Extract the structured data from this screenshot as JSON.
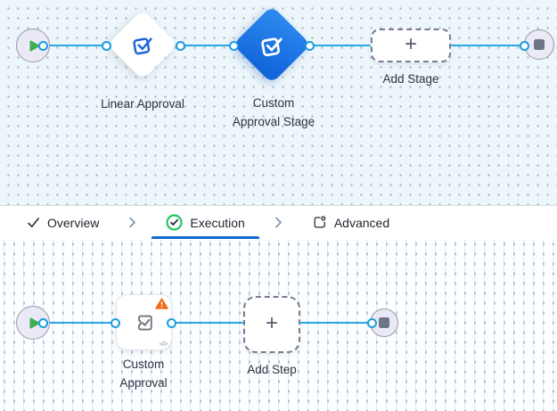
{
  "stage_canvas": {
    "linear_approval_label": "Linear Approval",
    "custom_stage_label_line1": "Custom",
    "custom_stage_label_line2": "Approval Stage",
    "add_stage_label": "Add Stage",
    "add_stage_plus": "+"
  },
  "tab_bar": {
    "overview_label": "Overview",
    "execution_label": "Execution",
    "advanced_label": "Advanced"
  },
  "step_canvas": {
    "custom_approval_label_line1": "Custom",
    "custom_approval_label_line2": "Approval",
    "add_step_label": "Add Step",
    "add_step_plus": "+",
    "code_badge": "</>"
  },
  "icons": {
    "start": "play-icon",
    "end": "stop-icon",
    "approval": "approval-stamp-icon",
    "overview": "check-icon",
    "execution": "check-circle-icon",
    "advanced": "panel-gear-icon",
    "separator": "chevron-right-icon",
    "warning": "warning-triangle-icon",
    "step": "puzzle-check-icon"
  },
  "colors": {
    "connector_blue": "#27a7e4",
    "port_blue": "#1b9de0",
    "node_blue": "#1a73e8",
    "icon_blue": "#1f63d6",
    "active_tab_underline": "#1268d1",
    "success_green": "#22c55e",
    "warning_orange": "#ee6c17",
    "canvas_tint": "#edf6fa"
  }
}
